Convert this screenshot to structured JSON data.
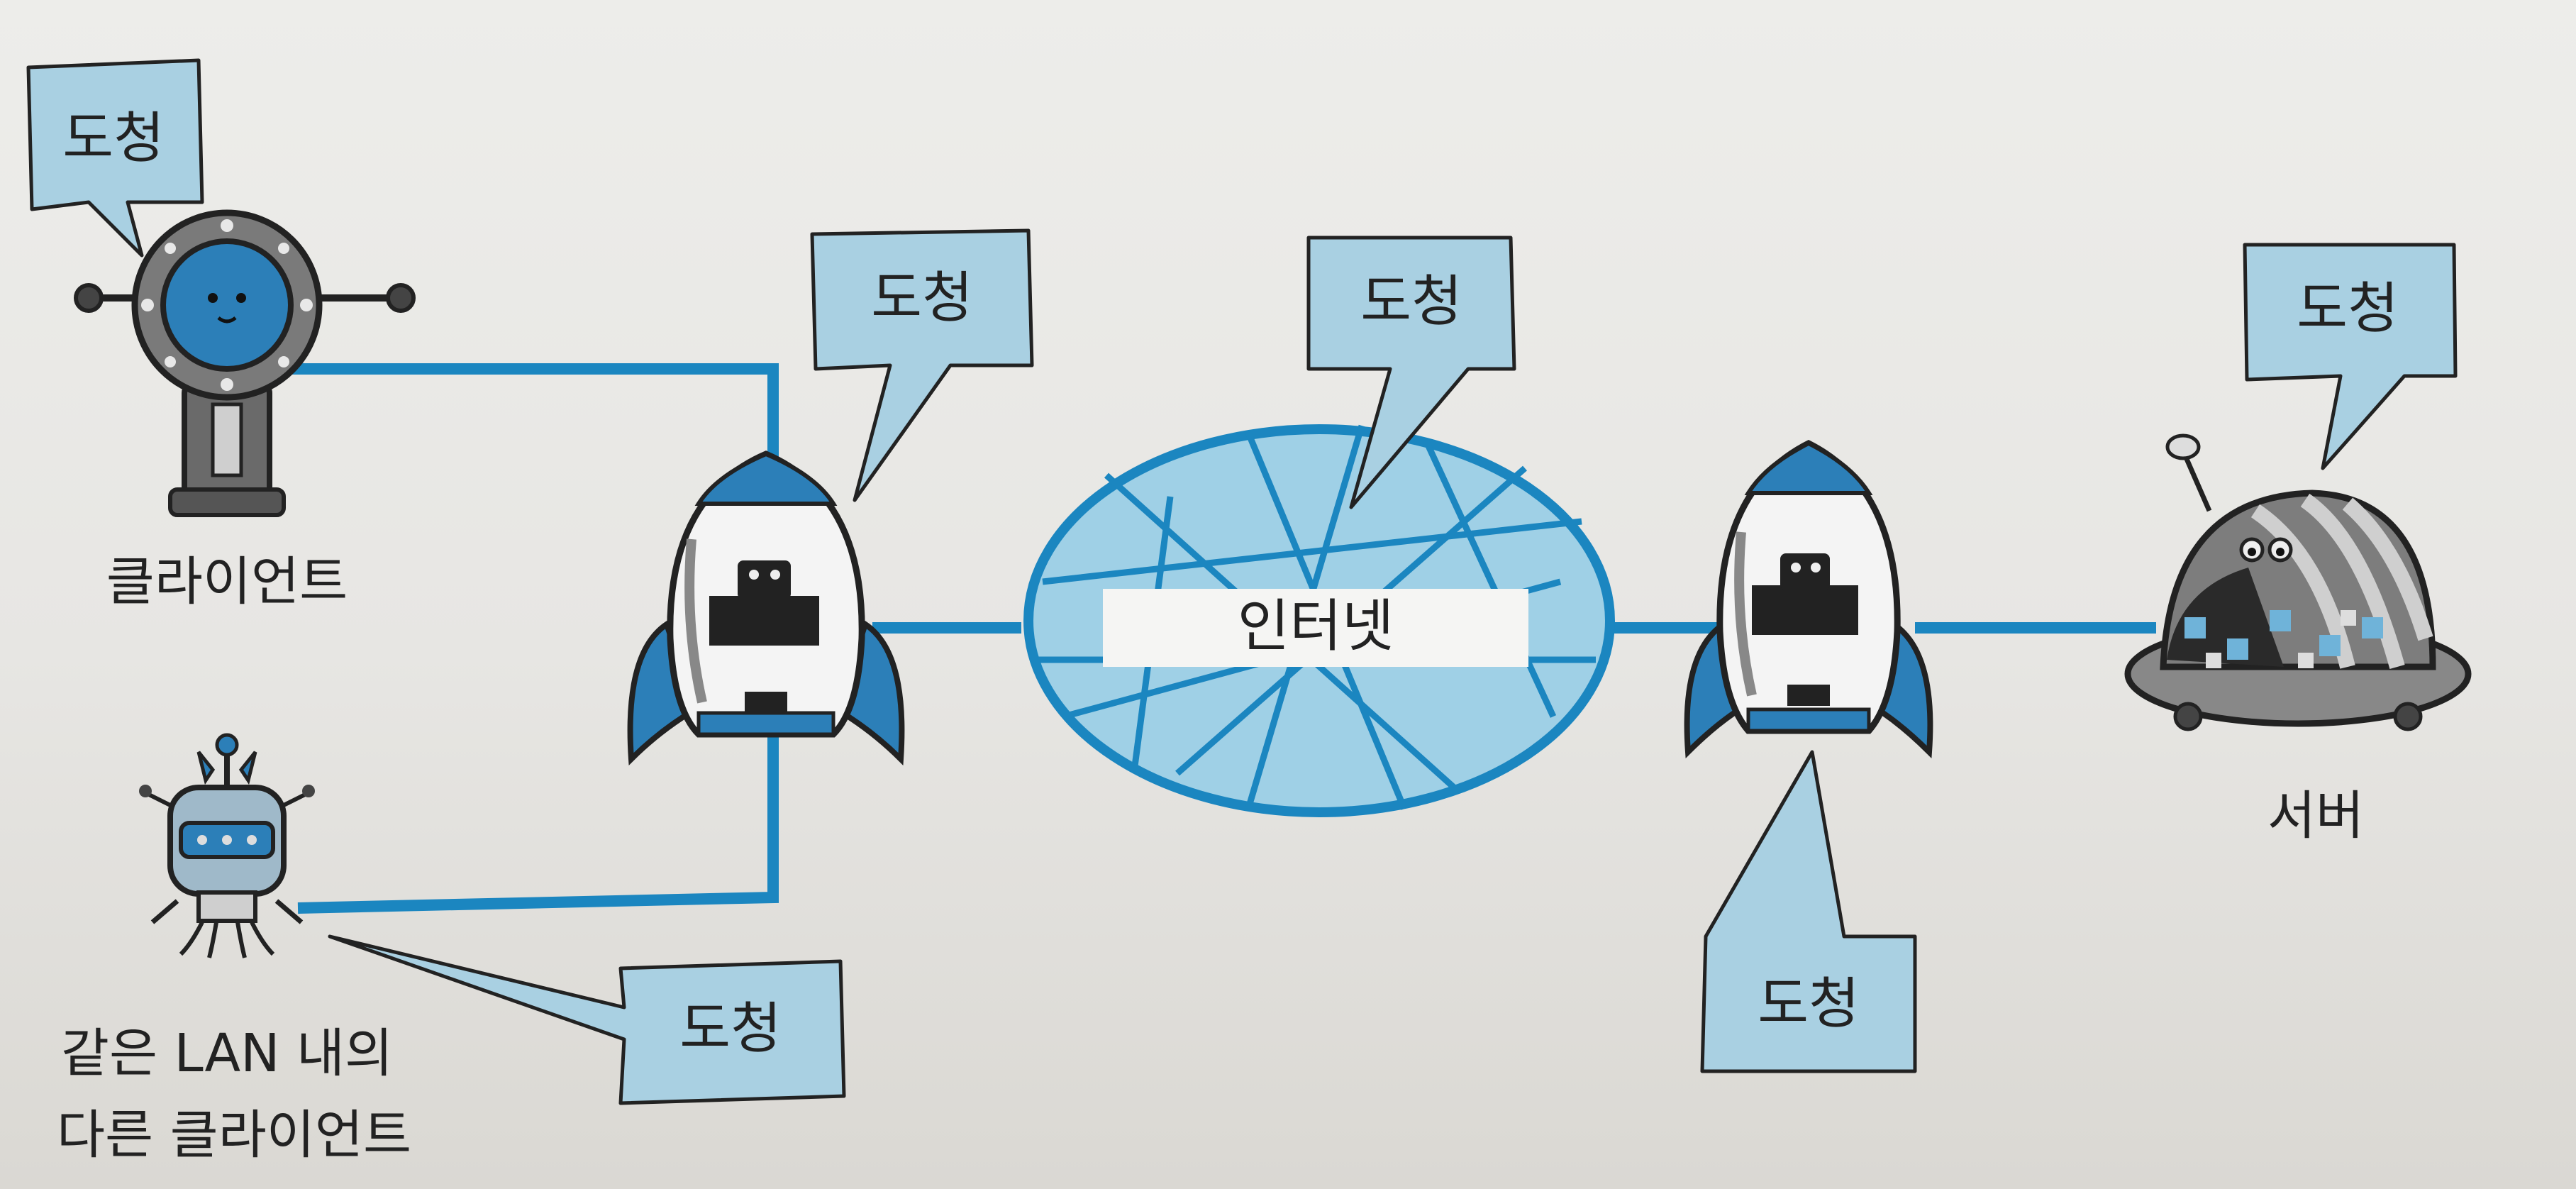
{
  "diagram": {
    "bubble_label": "도청",
    "internet_label": "인터넷",
    "client_caption": "클라이언트",
    "lan_client_caption_line1": "같은 LAN 내의",
    "lan_client_caption_line2": "다른 클라이언트",
    "server_caption": "서버"
  },
  "colors": {
    "line": "#1b86c0",
    "bubble_fill": "#a9d0e2",
    "cloud_fill": "#9fd0e6",
    "robot_blue": "#2c7fb8",
    "dark": "#2a2a2a"
  },
  "icons": [
    "client-robot-icon",
    "lan-client-robot-icon",
    "router-rocket-icon",
    "server-robot-icon",
    "internet-cloud-icon"
  ]
}
